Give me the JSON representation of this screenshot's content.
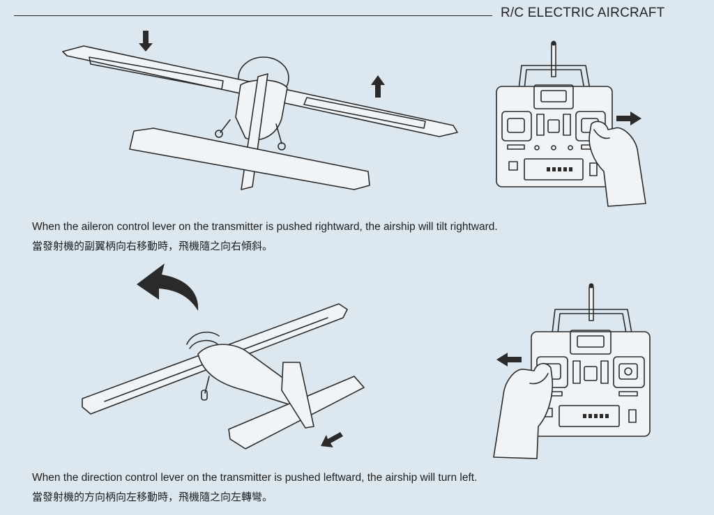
{
  "header": {
    "title": "R/C ELECTRIC AIRCRAFT"
  },
  "sections": [
    {
      "caption_en": "When the aileron control lever on the transmitter is pushed rightward, the airship will tilt rightward.",
      "caption_zh": "當發射機的副翼柄向右移動時，飛機隨之向右傾斜。"
    },
    {
      "caption_en": "When the direction control lever on the transmitter is pushed leftward, the airship will turn left.",
      "caption_zh": "當發射機的方向柄向左移動時，飛機隨之向左轉彎。"
    }
  ],
  "colors": {
    "paper": "#dde7ef",
    "ink": "#2a2a2a"
  },
  "icons": [
    "arrow-down-icon",
    "arrow-up-icon",
    "arrow-right-icon",
    "arrow-left-icon",
    "curved-arrow-left-icon"
  ]
}
